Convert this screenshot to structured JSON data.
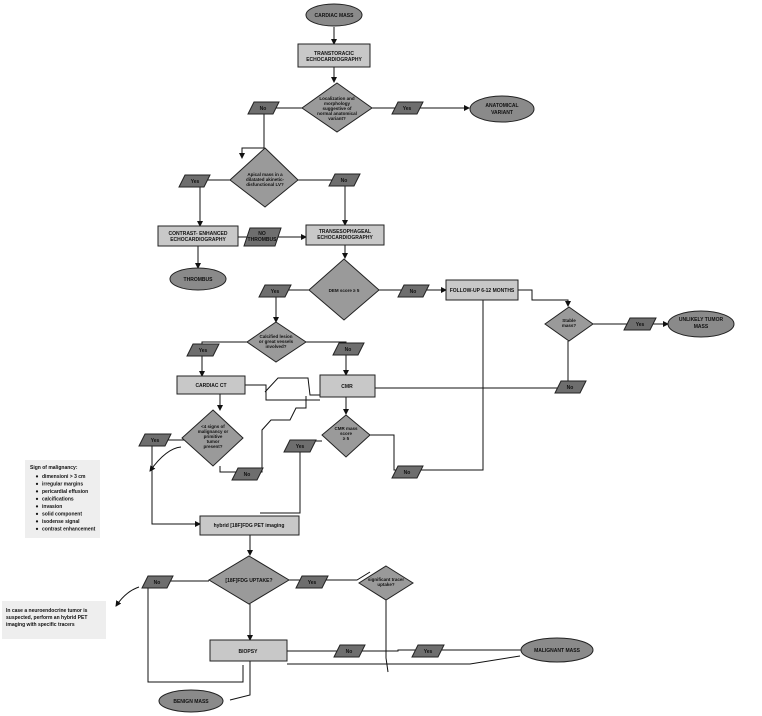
{
  "nodes": {
    "cardiac_mass": "CARDIAC MASS",
    "tte": [
      "TRANSTORACIC",
      "ECHOCARDIOGRAPHY"
    ],
    "q_localization": [
      "Localization and",
      "morphology",
      "suggestive of",
      "normal anatomical",
      "variant?"
    ],
    "anatomical_variant": [
      "ANATOMICAL",
      "VARIANT"
    ],
    "q_apical": [
      "Apical mass in a",
      "dilatated akinetic-",
      "disfunctional LV?"
    ],
    "contrast_echo": [
      "CONTRAST- ENHANCED",
      "ECHOCARDIOGRAPHY"
    ],
    "no_thrombus": [
      "NO",
      "THROMBUS"
    ],
    "tee": [
      "TRANSESOPHAGEAL",
      "ECHOCARDIOGRAPHY"
    ],
    "thrombus": "THROMBUS",
    "q_dem": "DEM score ≥ 5",
    "follow_up": "FOLLOW-UP 6-12 MONTHS",
    "q_stable": [
      "Stable",
      "mass?"
    ],
    "unlikely_tumor": [
      "UNLIKELY TUMOR",
      "MASS"
    ],
    "q_calcified": [
      "Calcified lesion",
      "or great vessels",
      "involved?"
    ],
    "cardiac_ct": "CARDIAC CT",
    "cmr": "CMR",
    "q_signs": [
      "<4 signs of",
      "malignancy  or",
      "primitive",
      "tumor",
      "present?"
    ],
    "q_cmr_score": [
      "CMR mass",
      "score",
      "≥ 5"
    ],
    "pet": "hybrid [18F]FDG PET imaging",
    "q_fdg": "[18F]FDG UPTAKE?",
    "q_tracer": [
      "significant tracer",
      "uptake?"
    ],
    "biopsy": "BIOPSY",
    "malignant_mass": "MALIGNANT MASS",
    "benign_mass": "BENIGN MASS"
  },
  "labels": {
    "yes": "Yes",
    "no": "No"
  },
  "malignancy_note": {
    "title": "Sign of malignancy:",
    "items": [
      "dimensioni > 3 cm",
      "irregular margins",
      "pericardial effusion",
      "calcifications",
      "invasion",
      "solid component",
      "isodense signal",
      "contrast enhancement"
    ]
  },
  "neuroendocrine_note": [
    "In case a neuroendocrine tumor is",
    "suspected, perform an hybrid PET",
    "imaging with specific tracers"
  ],
  "colors": {
    "box": "#c8c8c8",
    "oval": "#8a8a8a",
    "diamond": "#9a9a9a",
    "parallelogram": "#6e6e6e",
    "note": "#eeeeee"
  }
}
